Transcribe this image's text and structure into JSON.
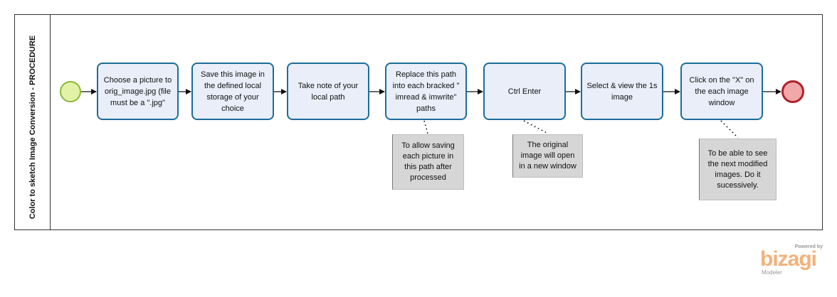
{
  "pool": {
    "title": "Color to sketch Image Conversion - PROCEDURE"
  },
  "tasks": [
    {
      "label": "Choose a picture to orig_image.jpg (file must be a \".jpg\""
    },
    {
      "label": "Save this image in the defined local storage of your choice"
    },
    {
      "label": "Take note of your local path"
    },
    {
      "label": "Replace this path into each bracked \" imread & imwrite\" paths"
    },
    {
      "label": "Ctrl Enter"
    },
    {
      "label": "Select & view the 1s image"
    },
    {
      "label": "Click on the \"X\" on the each image window"
    }
  ],
  "annotations": [
    {
      "text": "To allow saving each picture in this path after processed"
    },
    {
      "text": "The original image will open in a new window"
    },
    {
      "text": "To be able to see the next modified images. Do it sucessively."
    }
  ],
  "colors": {
    "task_fill": "#e9eef9",
    "task_border": "#1d6d99",
    "start_fill": "#e2f3a8",
    "start_border": "#8ab83a",
    "end_fill": "#f0a8a8",
    "end_border": "#b0202a"
  },
  "logo": {
    "powered_by": "Powered by",
    "brand": "bizagi",
    "product": "Modeler"
  }
}
